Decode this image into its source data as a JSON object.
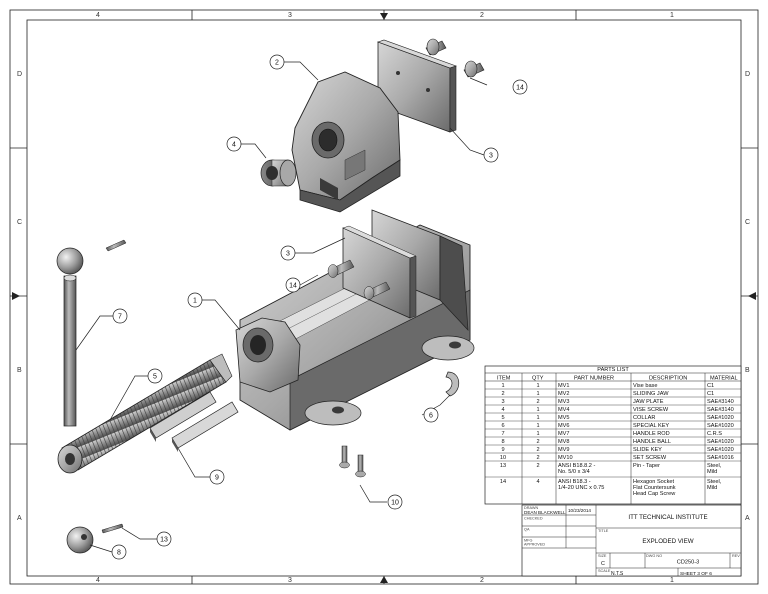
{
  "zones": {
    "top": [
      "4",
      "3",
      "2",
      "1"
    ],
    "bottom": [
      "4",
      "3",
      "2",
      "1"
    ],
    "left": [
      "D",
      "C",
      "B",
      "A"
    ],
    "right": [
      "D",
      "C",
      "B",
      "A"
    ]
  },
  "balloons": [
    "1",
    "2",
    "3",
    "3",
    "4",
    "5",
    "6",
    "7",
    "8",
    "9",
    "10",
    "13",
    "14",
    "14"
  ],
  "parts_list": {
    "title": "PARTS LIST",
    "headers": [
      "ITEM",
      "QTY",
      "PART NUMBER",
      "DESCRIPTION",
      "MATERIAL"
    ],
    "rows": [
      [
        "1",
        "1",
        "MV1",
        "Vise base",
        "C1"
      ],
      [
        "2",
        "1",
        "MV2",
        "SLIDING JAW",
        "C1"
      ],
      [
        "3",
        "2",
        "MV3",
        "JAW PLATE",
        "SAE#3140"
      ],
      [
        "4",
        "1",
        "MV4",
        "VISE SCREW",
        "SAE#3140"
      ],
      [
        "5",
        "1",
        "MV5",
        "COLLAR",
        "SAE#1020"
      ],
      [
        "6",
        "1",
        "MV6",
        "SPECIAL KEY",
        "SAE#1020"
      ],
      [
        "7",
        "1",
        "MV7",
        "HANDLE ROD",
        "C.R.S"
      ],
      [
        "8",
        "2",
        "MV8",
        "HANDLE BALL",
        "SAE#1020"
      ],
      [
        "9",
        "2",
        "MV9",
        "SLIDE KEY",
        "SAE#1020"
      ],
      [
        "10",
        "2",
        "MV10",
        "SET SCREW",
        "SAE#1016"
      ],
      [
        "13",
        "2",
        "ANSI B18.8.2 - No. 5/0 x 3/4",
        "Pin - Taper",
        "Steel, Mild"
      ],
      [
        "14",
        "4",
        "ANSI B18.3 - 1/4-20 UNC x 0.75",
        "Hexagon Socket Flat Countersunk Head Cap Screw",
        "Steel, Mild"
      ]
    ]
  },
  "title_block": {
    "drawn_label": "DRAWN",
    "drawn_by": "DEAN BLACKWELL",
    "date": "10/23/2014",
    "checked_label": "CHECKED",
    "qa_label": "QA",
    "mfg_label": "MFG",
    "approved_label": "APPROVED",
    "company": "ITT TECHNICAL INSTITUTE",
    "title_label": "TITLE",
    "title": "EXPLODED VIEW",
    "size_label": "SIZE",
    "size": "C",
    "dwg_label": "DWG NO",
    "dwg_no": "CD250-3",
    "rev_label": "REV",
    "scale_label": "SCALE",
    "scale": "N.T.S",
    "sheet": "SHEET 3 OF 6"
  }
}
